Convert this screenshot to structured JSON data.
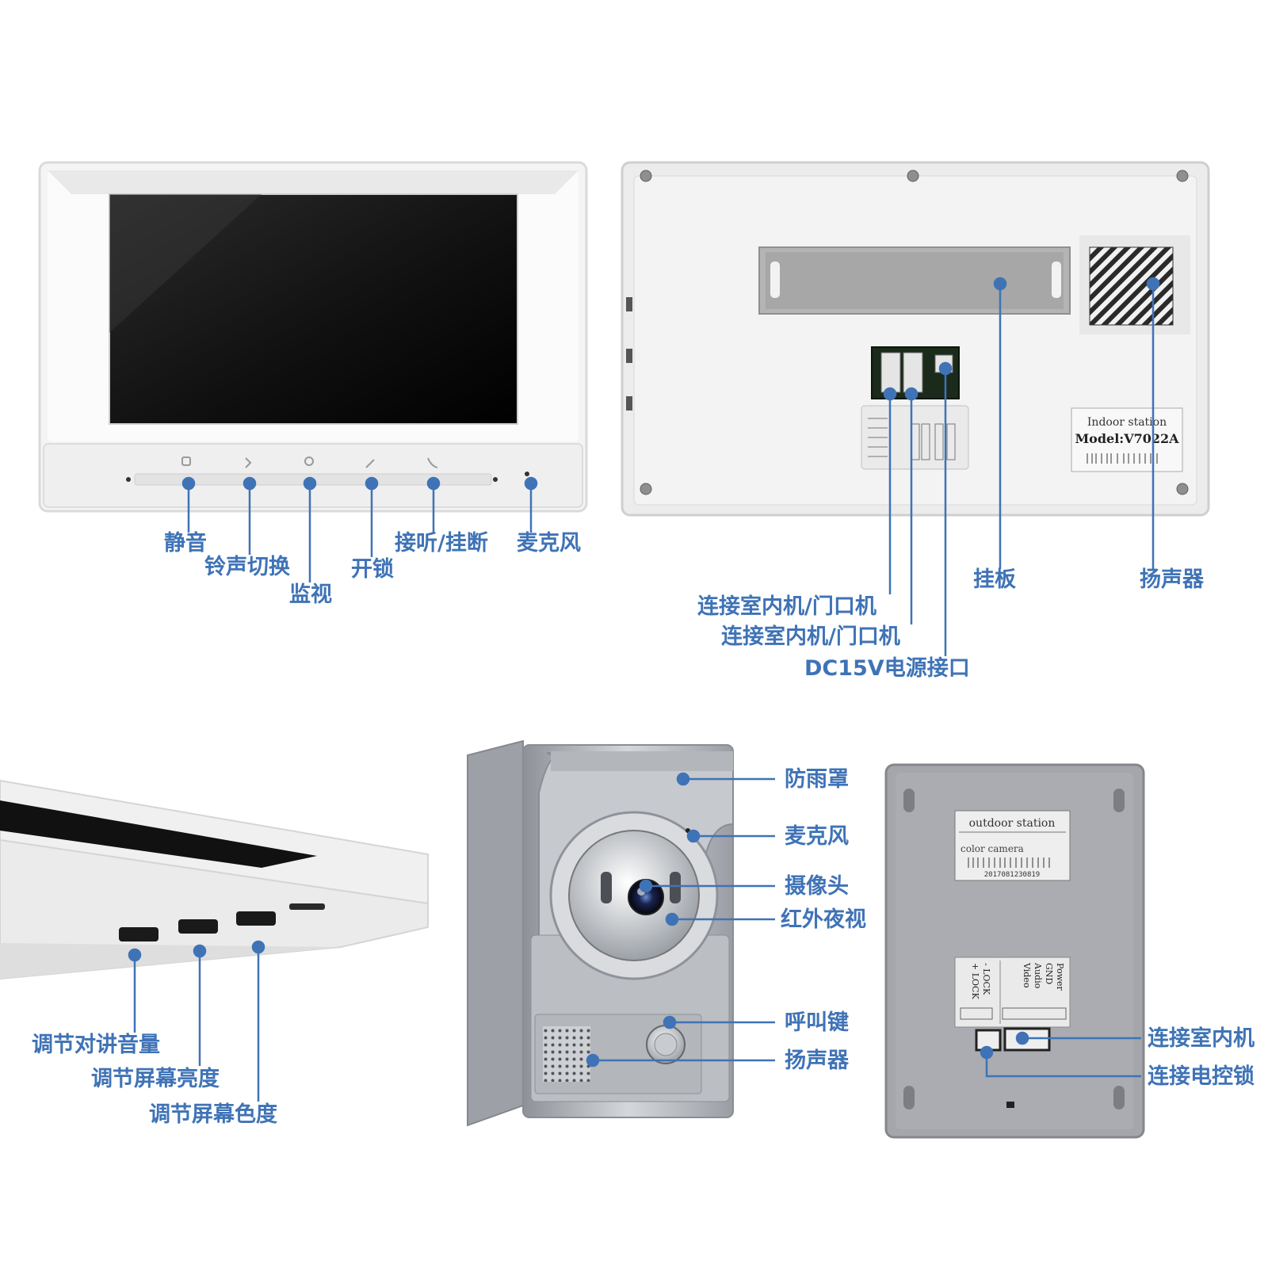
{
  "colors": {
    "accent": "#3f73b6",
    "monitor_body": "#f5f5f5",
    "screen": "#101010",
    "panel_gray": "#a4a6ab",
    "outdoor_silver": "#b8bcc2"
  },
  "front_monitor": {
    "labels": [
      "静音",
      "铃声切换",
      "监视",
      "开锁",
      "接听/挂断",
      "麦克风"
    ]
  },
  "rear_monitor": {
    "labels": [
      "连接室内机/门口机",
      "连接室内机/门口机",
      "DC15V电源接口",
      "挂板",
      "扬声器"
    ],
    "nameplate": {
      "line1": "Indoor station",
      "line2": "Model:V7022A"
    }
  },
  "side_monitor": {
    "labels": [
      "调节对讲音量",
      "调节屏幕亮度",
      "调节屏幕色度"
    ]
  },
  "outdoor_front": {
    "labels": [
      "防雨罩",
      "麦克风",
      "摄像头",
      "红外夜视",
      "呼叫键",
      "扬声器"
    ]
  },
  "outdoor_back": {
    "labels": [
      "连接室内机",
      "连接电控锁"
    ],
    "nameplate": {
      "line1": "outdoor station",
      "line2": "color camera",
      "serial": "2017081230819"
    },
    "terminal_labels": [
      "Power",
      "GND",
      "Audio",
      "Video",
      "+ LOCK",
      "- LOCK"
    ]
  }
}
